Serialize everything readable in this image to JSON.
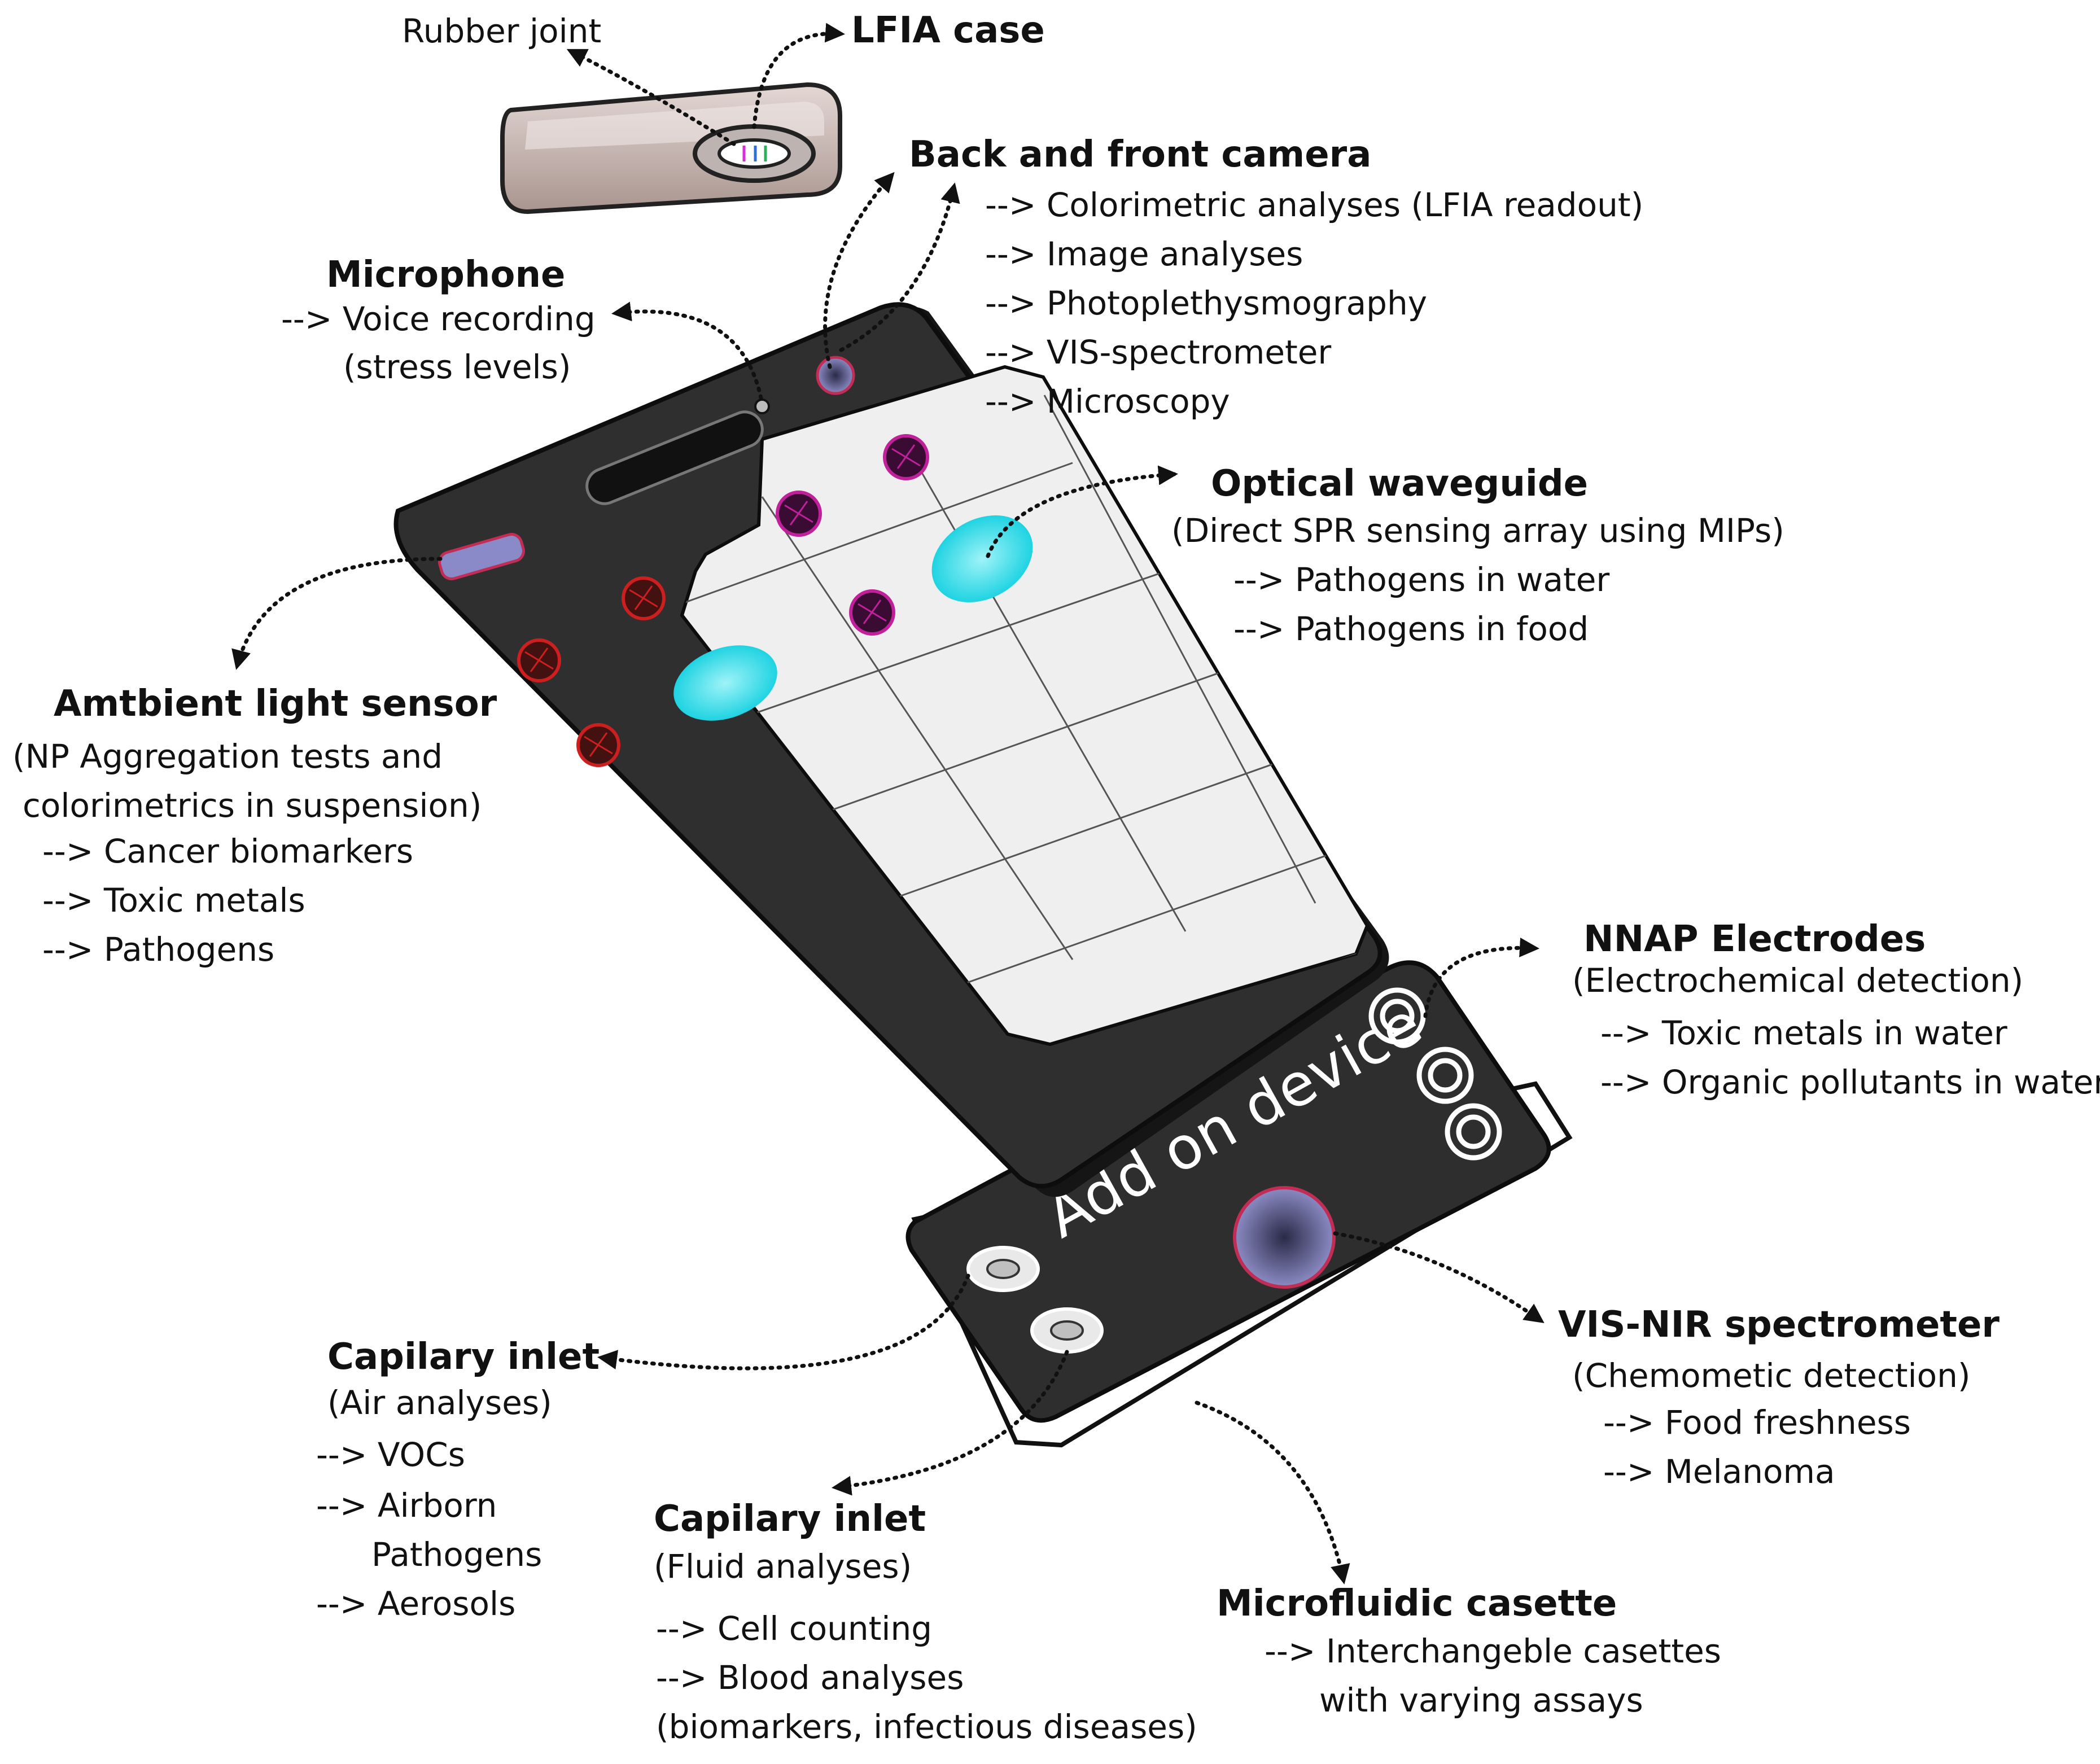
{
  "lfia": {
    "rubber_joint": "Rubber joint",
    "case": "LFIA case"
  },
  "camera": {
    "title": "Back and front camera",
    "items": [
      "--> Colorimetric analyses (LFIA readout)",
      "--> Image analyses",
      "--> Photoplethysmography",
      "--> VIS-spectrometer",
      "--> Microscopy"
    ]
  },
  "microphone": {
    "title": "Microphone",
    "lines": [
      "--> Voice recording",
      "(stress levels)"
    ]
  },
  "waveguide": {
    "title": "Optical waveguide",
    "subtitle": "(Direct SPR sensing array using MIPs)",
    "items": [
      "--> Pathogens in water",
      "--> Pathogens in food"
    ]
  },
  "light_sensor": {
    "title": "Amtbient light sensor",
    "lines": [
      "(NP Aggregation tests and",
      "colorimetrics in suspension)"
    ],
    "items": [
      "--> Cancer biomarkers",
      "--> Toxic metals",
      "--> Pathogens"
    ]
  },
  "electrodes": {
    "title": "NNAP Electrodes",
    "subtitle": "(Electrochemical detection)",
    "items": [
      "--> Toxic metals in water",
      "--> Organic pollutants in water"
    ]
  },
  "addon": {
    "label": "Add on device"
  },
  "spectrometer": {
    "title": "VIS-NIR spectrometer",
    "subtitle": "(Chemometic detection)",
    "items": [
      "--> Food freshness",
      "--> Melanoma"
    ]
  },
  "inlet_air": {
    "title": "Capilary inlet",
    "subtitle": "(Air analyses)",
    "lines": [
      "--> VOCs",
      "--> Airborn",
      "Pathogens",
      "--> Aerosols"
    ]
  },
  "inlet_fluid": {
    "title": "Capilary inlet",
    "subtitle": "(Fluid analyses)",
    "lines": [
      "--> Cell counting",
      "--> Blood analyses",
      "(biomarkers, infectious diseases)"
    ]
  },
  "cassette": {
    "title": "Microfluidic casette",
    "lines": [
      "--> Interchangeble casettes",
      "with varying assays"
    ]
  },
  "colors": {
    "phone_body": "#2f2f2f",
    "screen": "#f0efef",
    "cyan_spot": "#27d9e6",
    "red_particle": "#cc1f1f",
    "magenta_particle": "#c0209a",
    "lens": "#6a6a9e",
    "lfia_case": "#c7b7b3"
  }
}
